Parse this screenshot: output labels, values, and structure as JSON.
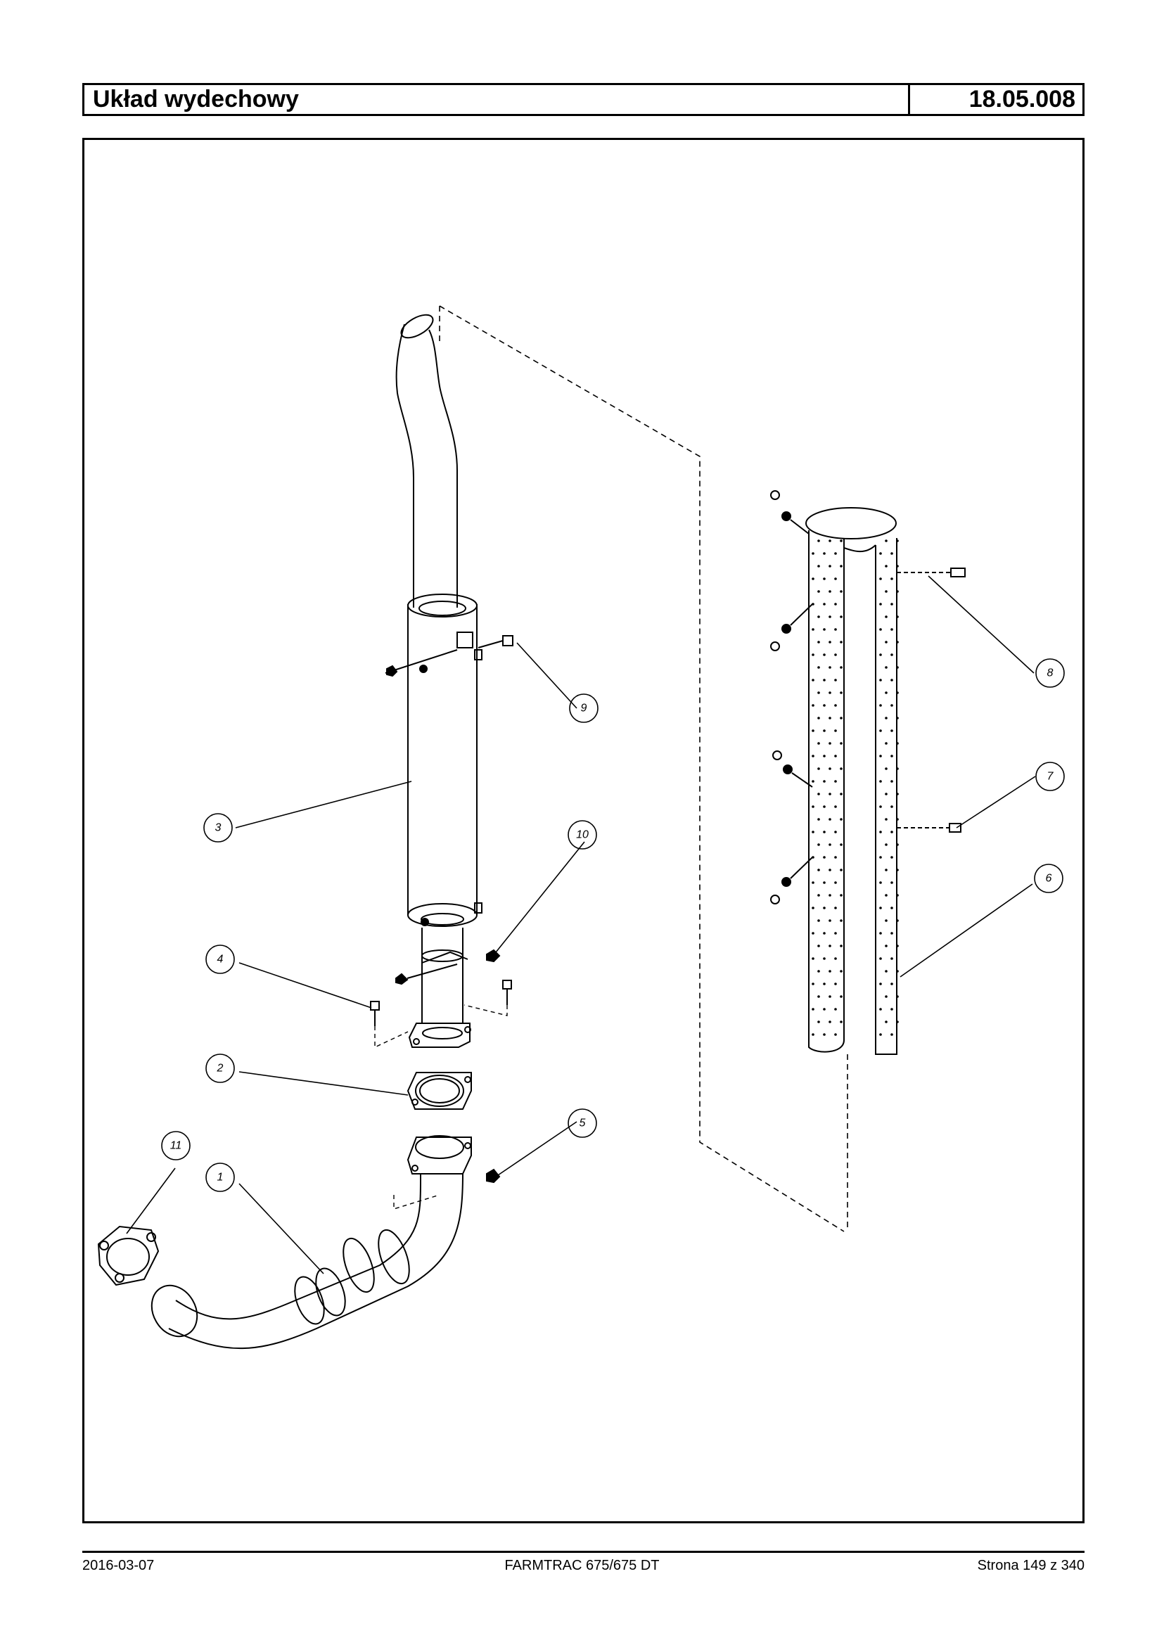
{
  "header": {
    "title": "Układ wydechowy",
    "code": "18.05.008"
  },
  "footer": {
    "date": "2016-03-07",
    "model": "FARMTRAC 675/675 DT",
    "page": "Strona 149 z 340"
  },
  "callouts": [
    "1",
    "2",
    "3",
    "4",
    "5",
    "6",
    "7",
    "8",
    "9",
    "10",
    "11"
  ]
}
